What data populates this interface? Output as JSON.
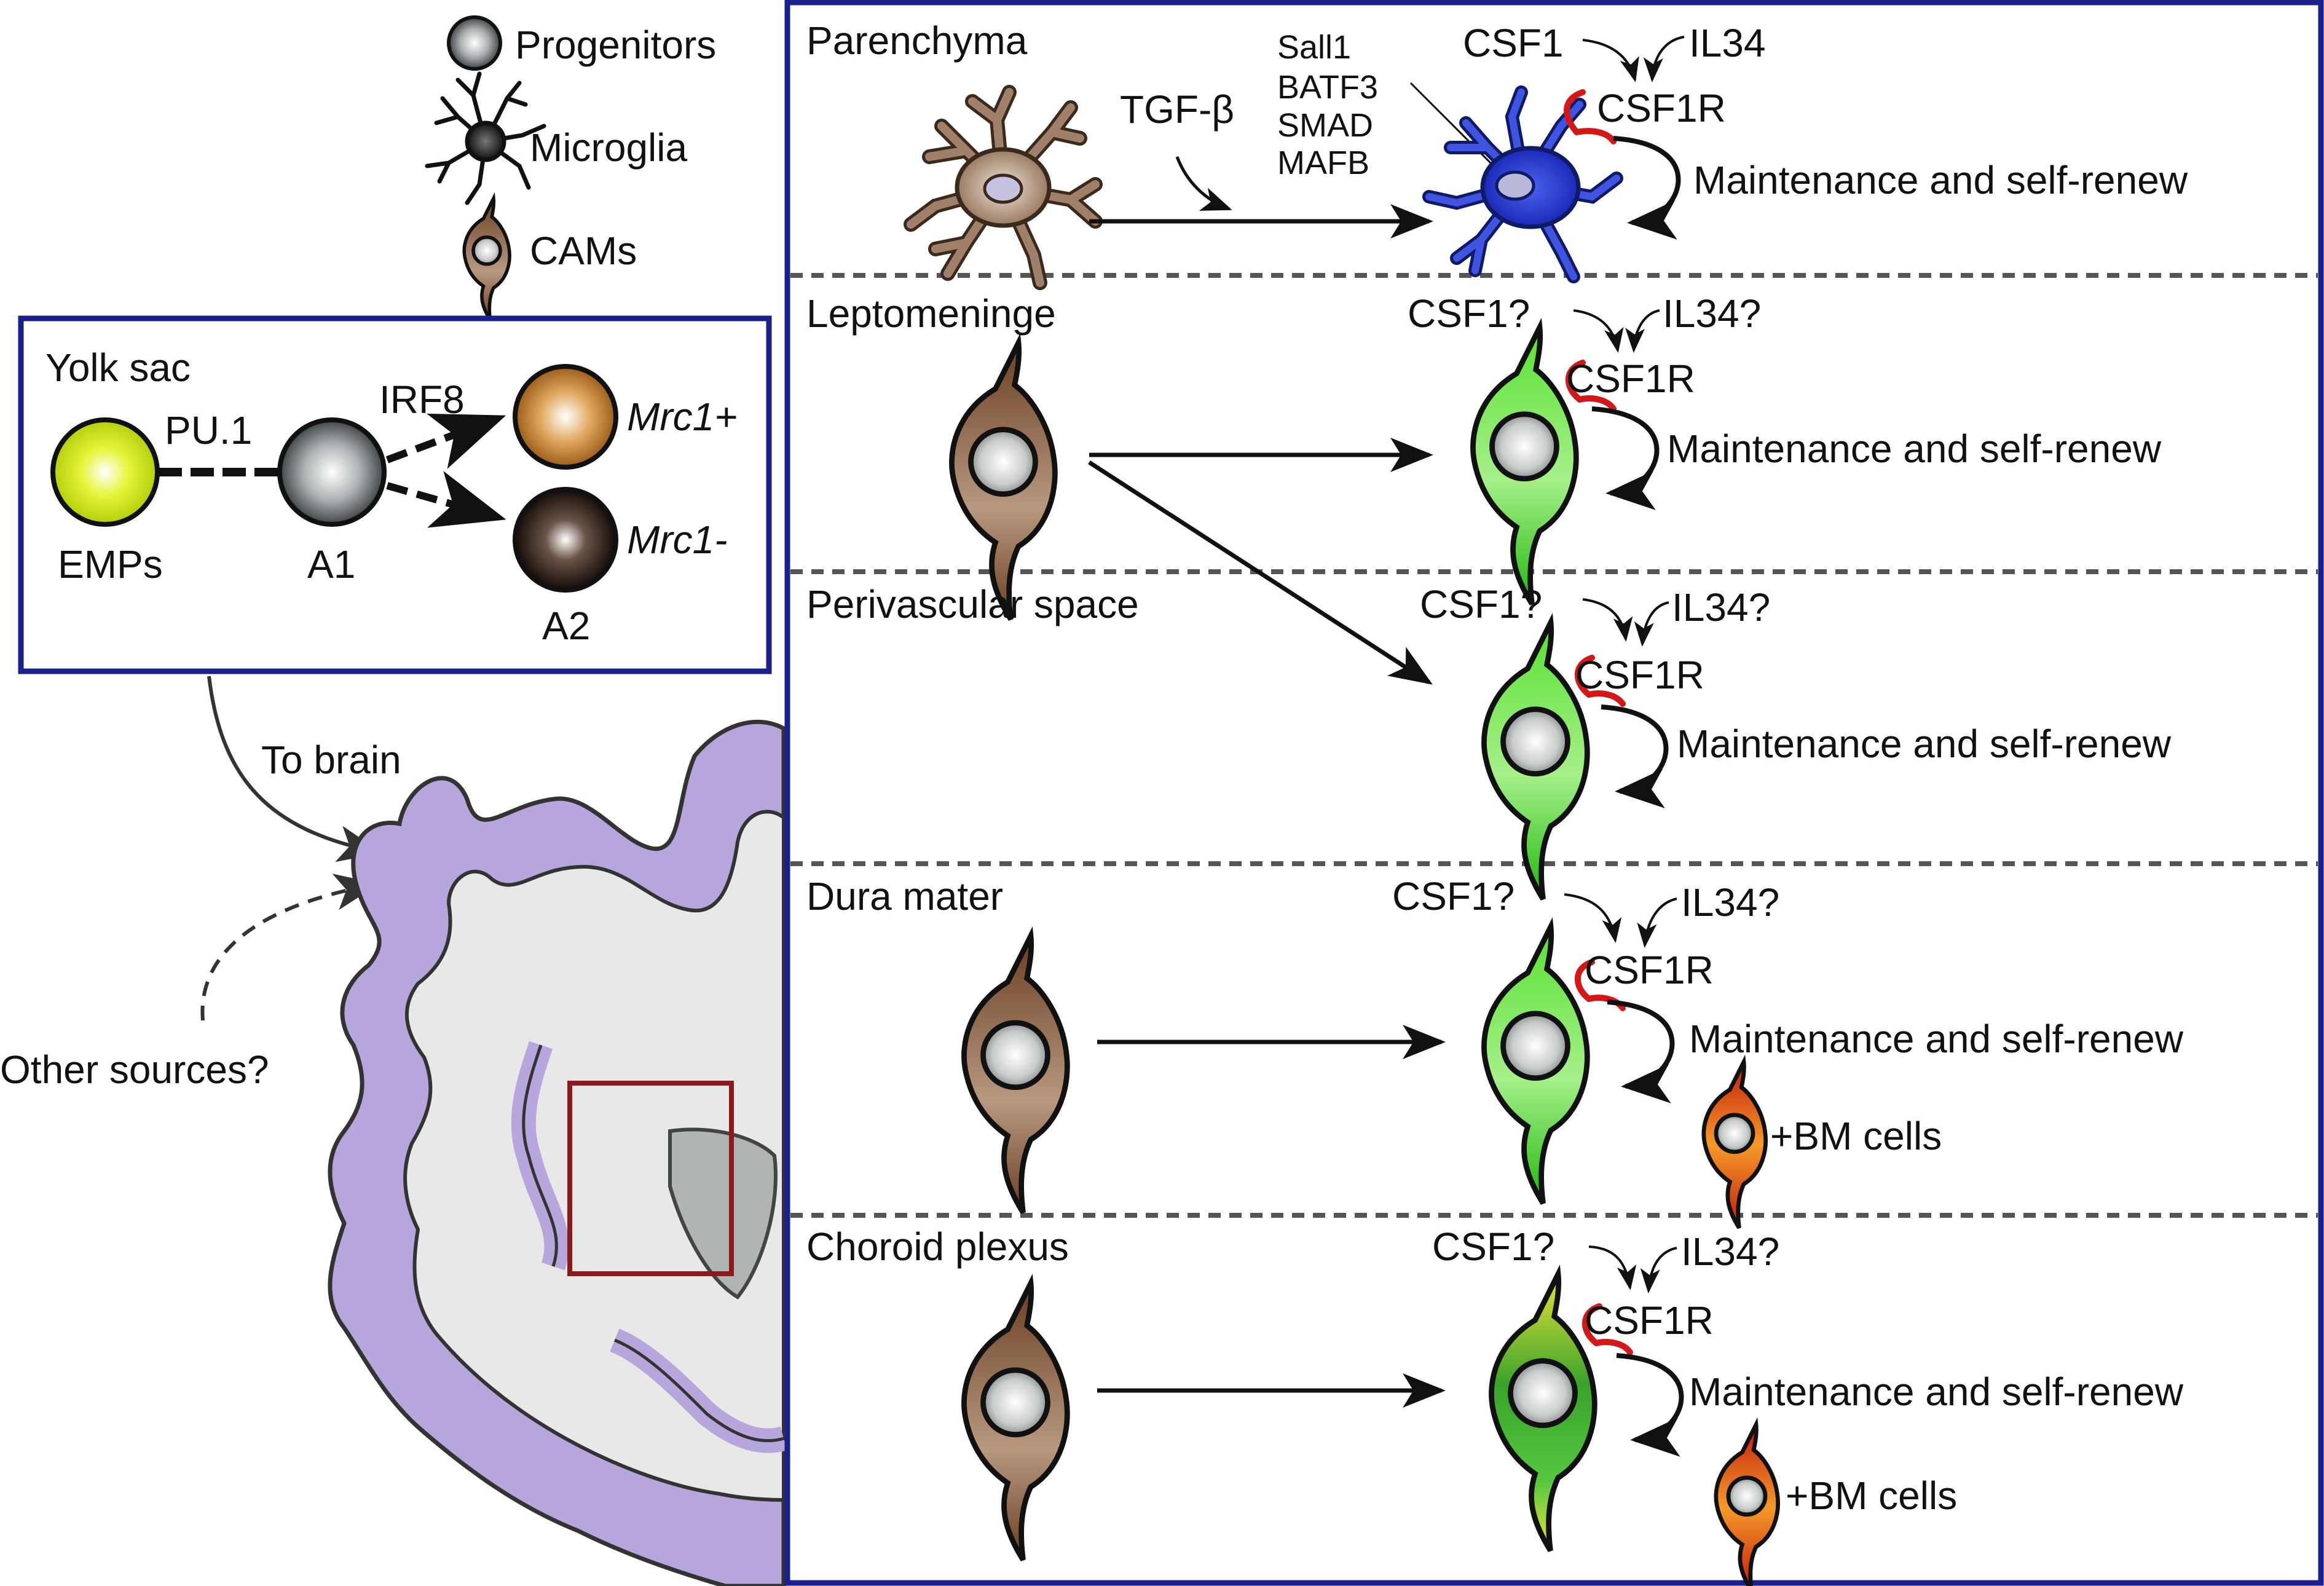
{
  "legend": {
    "progenitors": "Progenitors",
    "microglia": "Microglia",
    "cams": "CAMs"
  },
  "yolk_sac": {
    "title": "Yolk sac",
    "pu1": "PU.1",
    "irf8": "IRF8",
    "emps": "EMPs",
    "a1": "A1",
    "a2": "A2",
    "mrc1_pos": "Mrc1+",
    "mrc1_neg": "Mrc1-"
  },
  "brain": {
    "to_brain": "To brain",
    "other_sources": "Other sources?"
  },
  "panels": {
    "parenchyma": {
      "title": "Parenchyma",
      "tgfb": "TGF-β",
      "tf": [
        "Sall1",
        "BATF3",
        "SMAD",
        "MAFB"
      ],
      "csf1": "CSF1",
      "il34": "IL34",
      "csf1r": "CSF1R",
      "maint": "Maintenance and self-renew"
    },
    "leptomeninge": {
      "title": "Leptomeninge",
      "csf1": "CSF1?",
      "il34": "IL34?",
      "csf1r": "CSF1R",
      "maint": "Maintenance and self-renew"
    },
    "perivascular": {
      "title": "Perivascular space",
      "csf1": "CSF1?",
      "il34": "IL34?",
      "csf1r": "CSF1R",
      "maint": "Maintenance and self-renew"
    },
    "dura": {
      "title": "Dura mater",
      "csf1": "CSF1?",
      "il34": "IL34?",
      "csf1r": "CSF1R",
      "maint": "Maintenance and self-renew",
      "bm": "+BM cells"
    },
    "choroid": {
      "title": "Choroid plexus",
      "csf1": "CSF1?",
      "il34": "IL34?",
      "csf1r": "CSF1R",
      "maint": "Maintenance and self-renew",
      "bm": "+BM cells"
    }
  },
  "colors": {
    "frame": "#1a1f8c",
    "brain_cortex": "#b7a6dc",
    "brain_inner": "#e8e8e8",
    "roi_box": "#8b1a1a",
    "cam_brown": "#7a5236",
    "cam_green": "#36d21e",
    "microglia_blue": "#2a3fd4",
    "receptor_red": "#d41818"
  }
}
